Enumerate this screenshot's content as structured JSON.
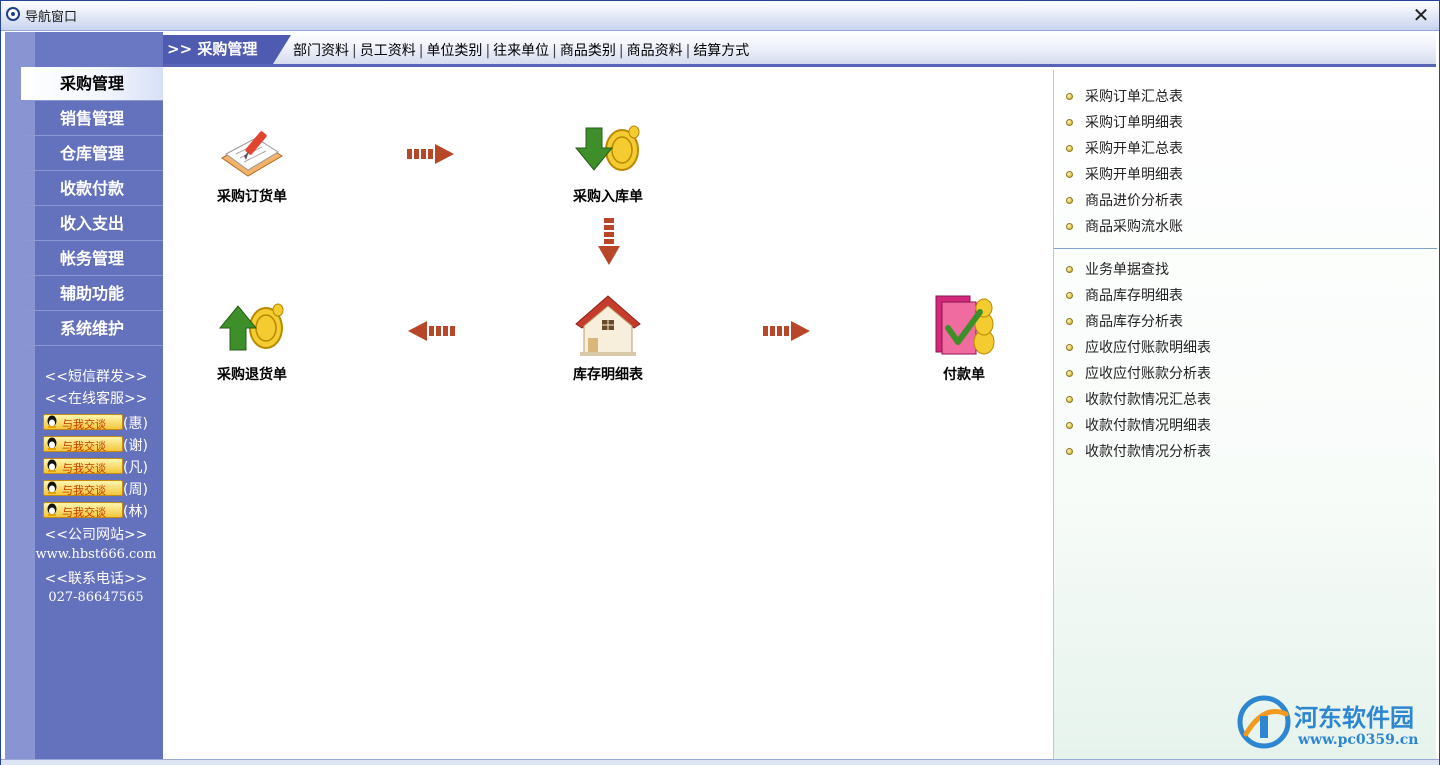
{
  "window": {
    "title": "导航窗口"
  },
  "sidebar": {
    "items": [
      {
        "label": "采购管理",
        "active": true
      },
      {
        "label": "销售管理"
      },
      {
        "label": "仓库管理"
      },
      {
        "label": "收款付款"
      },
      {
        "label": "收入支出"
      },
      {
        "label": "帐务管理"
      },
      {
        "label": "辅助功能"
      },
      {
        "label": "系统维护"
      }
    ],
    "sms": "<<短信群发>>",
    "online_service": "<<在线客服>>",
    "qq_badge_text": "与我交谈",
    "qq_contacts": [
      "(惠)",
      "(谢)",
      "(凡)",
      "(周)",
      "(林)"
    ],
    "company_site_label": "<<公司网站>>",
    "company_site_url": "www.hbst666.com",
    "contact_phone_label": "<<联系电话>>",
    "contact_phone": "027-86647565"
  },
  "topbar": {
    "current": ">> 采购管理",
    "links": [
      "部门资料",
      "员工资料",
      "单位类别",
      "往来单位",
      "商品类别",
      "商品资料",
      "结算方式"
    ]
  },
  "flow": {
    "purchase_order": "采购订货单",
    "purchase_receipt": "采购入库单",
    "purchase_return": "采购退货单",
    "inventory_detail": "库存明细表",
    "payment": "付款单"
  },
  "reports": {
    "group1": [
      "采购订单汇总表",
      "采购订单明细表",
      "采购开单汇总表",
      "采购开单明细表",
      "商品进价分析表",
      "商品采购流水账"
    ],
    "group2": [
      "业务单据查找",
      "商品库存明细表",
      "商品库存分析表",
      "应收应付账款明细表",
      "应收应付账款分析表",
      "收款付款情况汇总表",
      "收款付款情况明细表",
      "收款付款情况分析表"
    ]
  },
  "watermark": {
    "name": "河东软件园",
    "url": "www.pc0359.cn"
  },
  "colors": {
    "sidebar": "#6471bc",
    "accent": "#4e5bb0",
    "arrow": "#b8472a"
  }
}
